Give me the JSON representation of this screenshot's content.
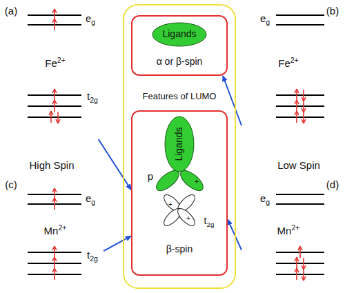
{
  "diagram": {
    "nodes": [
      {
        "text": [
          "(a)",
          "eg",
          "Fe2+",
          "t2g"
        ]
      },
      {
        "text": [
          "(b)",
          "eg",
          "Fe2+"
        ]
      },
      {
        "text": [
          "Features of LUMO"
        ]
      },
      {
        "text": [
          "α or β-spin"
        ],
        "in": 2
      },
      {
        "text": [
          "Ligands"
        ],
        "in": 3
      },
      {
        "text": [
          "p",
          "t2g",
          "β-spin"
        ],
        "in": 2
      },
      {
        "text": [
          "Ligands"
        ],
        "in": 5
      },
      {
        "text": [
          "(c)",
          "eg",
          "Mn2+",
          "t2g"
        ]
      },
      {
        "text": [
          "(d)",
          "eg",
          "Mn2+"
        ]
      }
    ],
    "edges": [
      {
        "from": 0,
        "to": 5,
        "arrow": "to"
      },
      {
        "from": 1,
        "to": 3,
        "arrow": "to"
      },
      {
        "from": 7,
        "to": 5,
        "arrow": "to"
      },
      {
        "from": 8,
        "to": 5,
        "arrow": "to"
      }
    ],
    "labels": [
      "High Spin",
      "Low Spin",
      "+",
      "+",
      "+"
    ]
  }
}
